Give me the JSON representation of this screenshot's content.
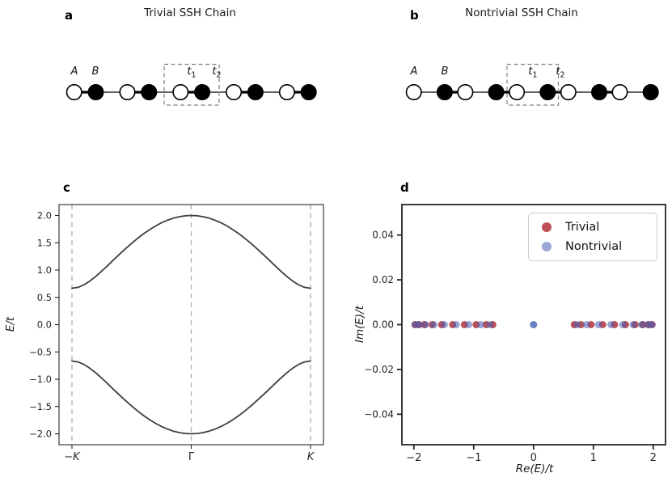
{
  "figure": {
    "panels": {
      "a": {
        "letter": "a",
        "title": "Trivial SSH Chain"
      },
      "b": {
        "letter": "b",
        "title": "Nontrivial SSH Chain"
      },
      "c": {
        "letter": "c"
      },
      "d": {
        "letter": "d"
      }
    }
  },
  "chains": {
    "a": {
      "site_label_A": "A",
      "site_label_B": "B",
      "t1": {
        "base": "t",
        "sub": "1"
      },
      "t2": {
        "base": "t",
        "sub": "2"
      },
      "sites": [
        "open",
        "filled",
        "open",
        "filled",
        "open",
        "filled",
        "open",
        "filled",
        "open",
        "filled"
      ],
      "bonds": [
        "thick",
        "thin",
        "thick",
        "thin",
        "thick",
        "thin",
        "thick",
        "thin",
        "thick"
      ],
      "unit_cell_sites": [
        4,
        5
      ]
    },
    "b": {
      "site_label_A": "A",
      "site_label_B": "B",
      "t1": {
        "base": "t",
        "sub": "1"
      },
      "t2": {
        "base": "t",
        "sub": "2"
      },
      "sites": [
        "open",
        "filled",
        "open",
        "filled",
        "open",
        "filled",
        "open",
        "filled",
        "open",
        "filled"
      ],
      "bonds": [
        "thin",
        "thick",
        "thin",
        "thick",
        "thin",
        "thick",
        "thin",
        "thick",
        "thin"
      ],
      "unit_cell_sites": [
        4,
        5
      ]
    }
  },
  "chart_data": [
    {
      "type": "line",
      "panel": "c",
      "ylabel": "E/t",
      "xlabel": "",
      "xtick_positions": [
        -1,
        0,
        1
      ],
      "xticklabels": [
        "−K",
        "Γ",
        "K"
      ],
      "yticks": [
        -2.0,
        -1.5,
        -1.0,
        -0.5,
        0.0,
        0.5,
        1.0,
        1.5,
        2.0
      ],
      "yticklabels": [
        "−2.0",
        "−1.5",
        "−1.0",
        "−0.5",
        "0.0",
        "0.5",
        "1.0",
        "1.5",
        "2.0"
      ],
      "xlim": [
        -1.1,
        1.1
      ],
      "ylim": [
        -2.2,
        2.2
      ],
      "guide_lines_x": [
        -1,
        0,
        1
      ],
      "grid": false,
      "series": [
        {
          "name": "upper band",
          "x": [
            -1,
            -0.95,
            -0.9,
            -0.85,
            -0.8,
            -0.75,
            -0.7,
            -0.65,
            -0.6,
            -0.55,
            -0.5,
            -0.45,
            -0.4,
            -0.35,
            -0.3,
            -0.25,
            -0.2,
            -0.15,
            -0.1,
            -0.05,
            0,
            0.05,
            0.1,
            0.15,
            0.2,
            0.25,
            0.3,
            0.35,
            0.4,
            0.45,
            0.5,
            0.55,
            0.6,
            0.65,
            0.7,
            0.75,
            0.8,
            0.85,
            0.9,
            0.95,
            1
          ],
          "y": [
            0.667,
            0.683,
            0.729,
            0.799,
            0.885,
            0.982,
            1.085,
            1.19,
            1.293,
            1.394,
            1.491,
            1.581,
            1.665,
            1.74,
            1.808,
            1.865,
            1.913,
            1.951,
            1.978,
            1.994,
            2.0,
            1.994,
            1.978,
            1.951,
            1.913,
            1.865,
            1.808,
            1.74,
            1.665,
            1.581,
            1.491,
            1.394,
            1.293,
            1.19,
            1.085,
            0.982,
            0.885,
            0.799,
            0.729,
            0.683,
            0.667
          ]
        },
        {
          "name": "lower band",
          "x": [
            -1,
            -0.95,
            -0.9,
            -0.85,
            -0.8,
            -0.75,
            -0.7,
            -0.65,
            -0.6,
            -0.55,
            -0.5,
            -0.45,
            -0.4,
            -0.35,
            -0.3,
            -0.25,
            -0.2,
            -0.15,
            -0.1,
            -0.05,
            0,
            0.05,
            0.1,
            0.15,
            0.2,
            0.25,
            0.3,
            0.35,
            0.4,
            0.45,
            0.5,
            0.55,
            0.6,
            0.65,
            0.7,
            0.75,
            0.8,
            0.85,
            0.9,
            0.95,
            1
          ],
          "y": [
            -0.667,
            -0.683,
            -0.729,
            -0.799,
            -0.885,
            -0.982,
            -1.085,
            -1.19,
            -1.293,
            -1.394,
            -1.491,
            -1.581,
            -1.665,
            -1.74,
            -1.808,
            -1.865,
            -1.913,
            -1.951,
            -1.978,
            -1.994,
            -2.0,
            -1.994,
            -1.978,
            -1.951,
            -1.913,
            -1.865,
            -1.808,
            -1.74,
            -1.665,
            -1.581,
            -1.491,
            -1.394,
            -1.293,
            -1.19,
            -1.085,
            -0.982,
            -0.885,
            -0.799,
            -0.729,
            -0.683,
            -0.667
          ]
        }
      ]
    },
    {
      "type": "scatter",
      "panel": "d",
      "xlabel": "Re(E)/t",
      "ylabel": "Im(E)/t",
      "xticks": [
        -2,
        -1,
        0,
        1,
        2
      ],
      "xticklabels": [
        "−2",
        "−1",
        "0",
        "1",
        "2"
      ],
      "yticks": [
        -0.04,
        -0.02,
        0.0,
        0.02,
        0.04
      ],
      "yticklabels": [
        "−0.04",
        "−0.02",
        "0.00",
        "0.02",
        "0.04"
      ],
      "xlim": [
        -2.2,
        2.2
      ],
      "ylim": [
        -0.054,
        0.054
      ],
      "grid": false,
      "legend": {
        "position": "upper right",
        "entries": [
          "Trivial",
          "Nontrivial"
        ]
      },
      "series": [
        {
          "name": "Trivial",
          "color": "#ac262d",
          "alpha": 0.8,
          "x": [
            -1.98,
            -1.921,
            -1.825,
            -1.695,
            -1.535,
            -1.352,
            -1.155,
            -0.959,
            -0.792,
            -0.681,
            0.681,
            0.792,
            0.959,
            1.155,
            1.352,
            1.535,
            1.695,
            1.825,
            1.921,
            1.98
          ],
          "y": [
            0,
            0,
            0,
            0,
            0,
            0,
            0,
            0,
            0,
            0,
            0,
            0,
            0,
            0,
            0,
            0,
            0,
            0,
            0,
            0
          ]
        },
        {
          "name": "Nontrivial",
          "color": "#465fb4",
          "alpha": 0.55,
          "x": [
            -1.978,
            -1.913,
            -1.808,
            -1.665,
            -1.491,
            -1.293,
            -1.085,
            -0.885,
            -0.729,
            0,
            0,
            0.729,
            0.885,
            1.085,
            1.293,
            1.491,
            1.665,
            1.808,
            1.913,
            1.978
          ],
          "y": [
            0,
            0,
            0,
            0,
            0,
            0,
            0,
            0,
            0,
            0,
            0,
            0,
            0,
            0,
            0,
            0,
            0,
            0,
            0,
            0
          ]
        }
      ]
    }
  ],
  "colors": {
    "band_line": "#3f3f3f",
    "guide_dashed": "#b3b3b3",
    "axis": "#262626",
    "unit_cell_box": "#7f7f7f",
    "trivial_marker": "#ac262d",
    "nontrivial_marker": "#465fb4",
    "legend_border": "#cccccc"
  }
}
